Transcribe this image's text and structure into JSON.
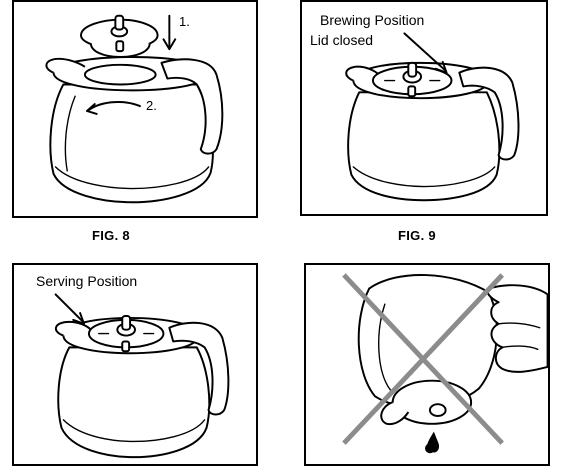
{
  "figures": [
    {
      "id": "fig8",
      "label": "FIG. 8",
      "steps": [
        "1.",
        "2."
      ]
    },
    {
      "id": "fig9",
      "label": "FIG. 9",
      "notes": [
        "Brewing Position",
        "Lid closed"
      ]
    },
    {
      "id": "fig10",
      "notes": [
        "Serving Position"
      ]
    },
    {
      "id": "fig11"
    }
  ],
  "colors": {
    "ink": "#000000",
    "cross": "#8c8c8c",
    "background": "#ffffff"
  }
}
